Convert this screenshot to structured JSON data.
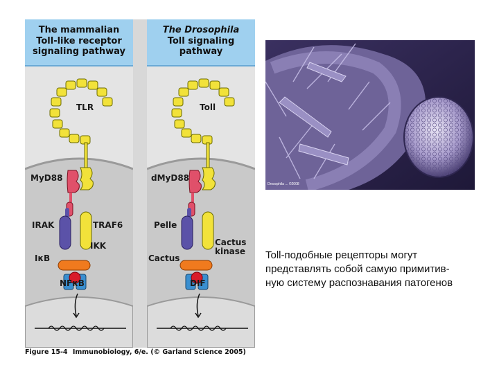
{
  "left_panel": {
    "title_lines": [
      "The mammalian",
      "Toll-like receptor",
      "signaling pathway"
    ],
    "labels": {
      "receptor": "TLR",
      "adaptor": "MyD88",
      "kinase": "IRAK",
      "traf": "TRAF6",
      "ikk": "IKK",
      "inhibitor": "IκB",
      "factor": "NFκB"
    }
  },
  "right_panel": {
    "title_lines": [
      "The Drosophila",
      "Toll signaling",
      "pathway"
    ],
    "labels": {
      "receptor": "Toll",
      "adaptor": "dMyD88",
      "kinase": "Pelle",
      "kinase2_line1": "Cactus",
      "kinase2_line2": "kinase",
      "inhibitor": "Cactus",
      "factor": "DIF"
    }
  },
  "caption": {
    "figure": "Figure 15-4",
    "source": "Immunobiology, 6/e. (© Garland Science 2005)"
  },
  "photo_credit": "Drosophila ... ©2008",
  "body_text_lines": [
    "Toll-подобные рецепторы могут",
    "представлять собой самую примитив-",
    "ную систему распознавания патогенов"
  ],
  "colors": {
    "header": "#9fd0ef",
    "receptor": "#f2e23a",
    "adaptor": "#e0506a",
    "kinase": "#5b52a8",
    "ikk": "#f07a1e",
    "factor": "#3a8fd0",
    "inhibitor_dot": "#d81c2a"
  }
}
